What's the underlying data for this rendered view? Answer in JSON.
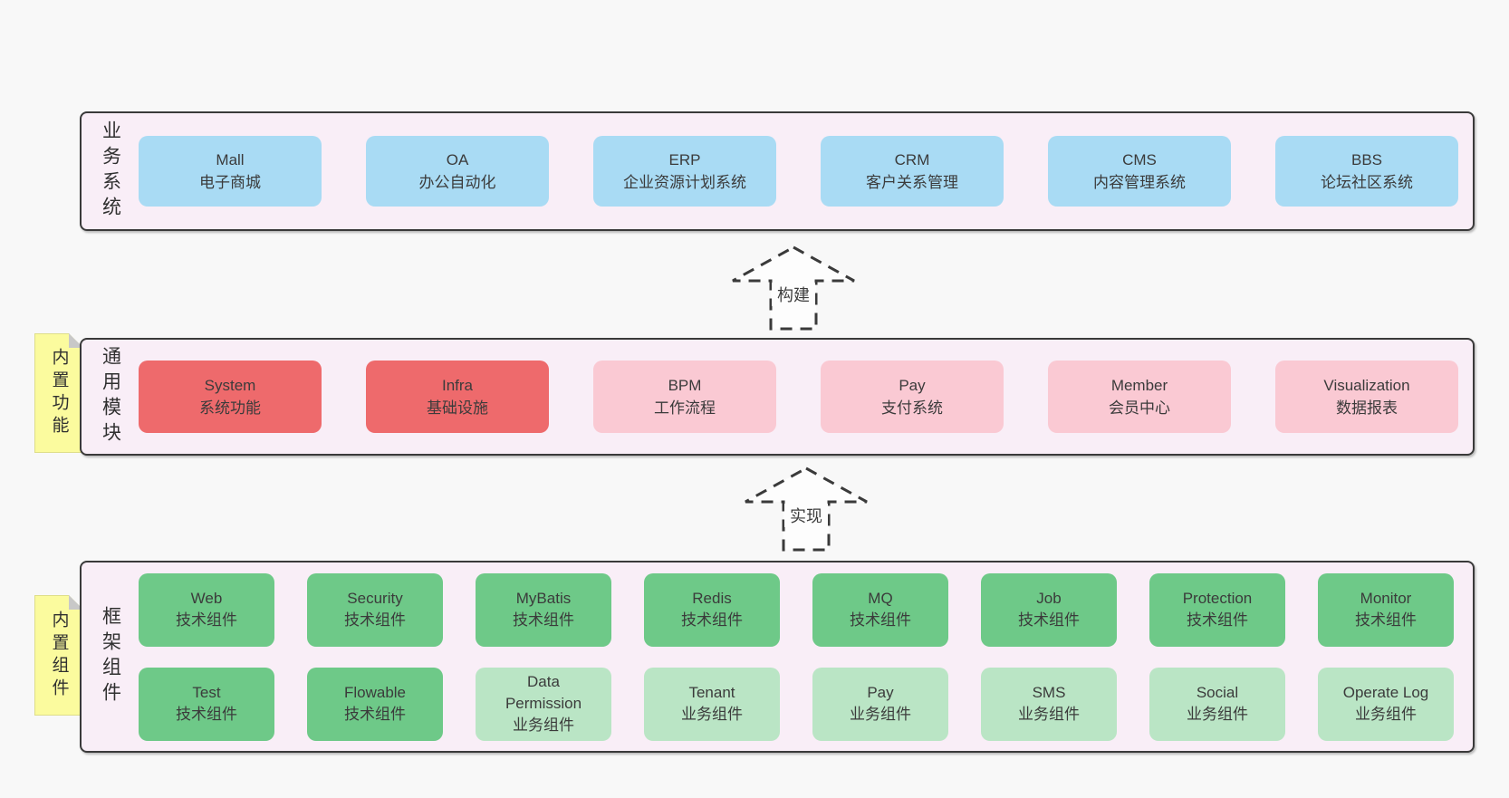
{
  "colors": {
    "page_bg": "#f8f8f8",
    "panel_bg": "#f9eef7",
    "panel_border": "#3a3a3a",
    "box_blue": "#a9dbf4",
    "box_red": "#ee6a6c",
    "box_pink": "#fac9d3",
    "box_green_dark": "#6ec988",
    "box_green_light": "#bae5c5",
    "note_yellow": "#fbfb9e",
    "text": "#3d3d3d"
  },
  "arrows": {
    "build": {
      "label": "构建"
    },
    "implement": {
      "label": "实现"
    }
  },
  "layers": {
    "business": {
      "label": "业务系统",
      "boxes": [
        {
          "title": "Mall",
          "subtitle": "电子商城"
        },
        {
          "title": "OA",
          "subtitle": "办公自动化"
        },
        {
          "title": "ERP",
          "subtitle": "企业资源计划系统"
        },
        {
          "title": "CRM",
          "subtitle": "客户关系管理"
        },
        {
          "title": "CMS",
          "subtitle": "内容管理系统"
        },
        {
          "title": "BBS",
          "subtitle": "论坛社区系统"
        }
      ]
    },
    "modules": {
      "label": "通用模块",
      "note": "内置功能",
      "boxes": [
        {
          "title": "System",
          "subtitle": "系统功能",
          "variant": "red"
        },
        {
          "title": "Infra",
          "subtitle": "基础设施",
          "variant": "red"
        },
        {
          "title": "BPM",
          "subtitle": "工作流程",
          "variant": "pink"
        },
        {
          "title": "Pay",
          "subtitle": "支付系统",
          "variant": "pink"
        },
        {
          "title": "Member",
          "subtitle": "会员中心",
          "variant": "pink"
        },
        {
          "title": "Visualization",
          "subtitle": "数据报表",
          "variant": "pink"
        }
      ]
    },
    "framework": {
      "label": "框架组件",
      "note": "内置组件",
      "row1": [
        {
          "title": "Web",
          "subtitle": "技术组件",
          "variant": "dark"
        },
        {
          "title": "Security",
          "subtitle": "技术组件",
          "variant": "dark"
        },
        {
          "title": "MyBatis",
          "subtitle": "技术组件",
          "variant": "dark"
        },
        {
          "title": "Redis",
          "subtitle": "技术组件",
          "variant": "dark"
        },
        {
          "title": "MQ",
          "subtitle": "技术组件",
          "variant": "dark"
        },
        {
          "title": "Job",
          "subtitle": "技术组件",
          "variant": "dark"
        },
        {
          "title": "Protection",
          "subtitle": "技术组件",
          "variant": "dark"
        },
        {
          "title": "Monitor",
          "subtitle": "技术组件",
          "variant": "dark"
        }
      ],
      "row2": [
        {
          "title": "Test",
          "subtitle": "技术组件",
          "variant": "dark"
        },
        {
          "title": "Flowable",
          "subtitle": "技术组件",
          "variant": "dark"
        },
        {
          "title": "Data\nPermission",
          "subtitle": "业务组件",
          "variant": "light"
        },
        {
          "title": "Tenant",
          "subtitle": "业务组件",
          "variant": "light"
        },
        {
          "title": "Pay",
          "subtitle": "业务组件",
          "variant": "light"
        },
        {
          "title": "SMS",
          "subtitle": "业务组件",
          "variant": "light"
        },
        {
          "title": "Social",
          "subtitle": "业务组件",
          "variant": "light"
        },
        {
          "title": "Operate Log",
          "subtitle": "业务组件",
          "variant": "light"
        }
      ]
    }
  }
}
